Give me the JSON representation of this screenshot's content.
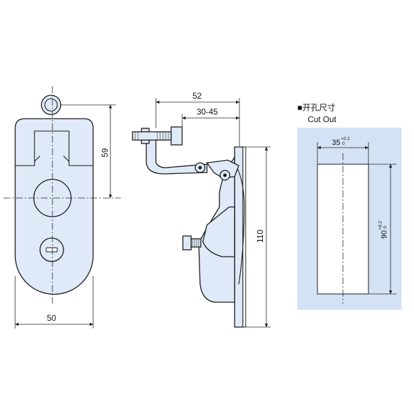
{
  "colors": {
    "part_fill": "#dfe9f7",
    "cutout_panel": "#d3e2f4",
    "cutout_hole": "#ffffff",
    "line": "#1a1a1a"
  },
  "front_view": {
    "dim_width": "50",
    "dim_height": "59"
  },
  "side_view": {
    "dim_overall": "52",
    "dim_range": "30-45",
    "dim_height": "110"
  },
  "cutout": {
    "title_cn": "■开孔尺寸",
    "title_en": "Cut Out",
    "width_base": "35",
    "width_tol_plus": "+0.2",
    "width_tol_minus": "0",
    "height_base": "90",
    "height_tol_plus": "+0.2",
    "height_tol_minus": "0"
  }
}
